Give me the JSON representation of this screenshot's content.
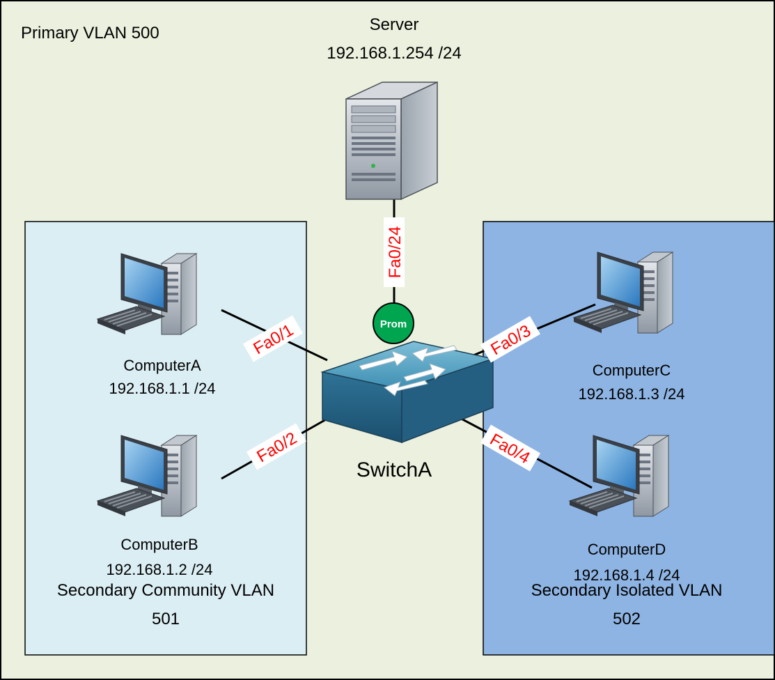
{
  "primary_vlan": {
    "label": "Primary VLAN 500"
  },
  "server": {
    "name": "Server",
    "ip": "192.168.1.254 /24"
  },
  "switch": {
    "name": "SwitchA",
    "badge": "Prom"
  },
  "community_vlan": {
    "line1": "Secondary Community VLAN",
    "line2": "501"
  },
  "isolated_vlan": {
    "line1": "Secondary Isolated VLAN",
    "line2": "502"
  },
  "computers": {
    "a": {
      "name": "ComputerA",
      "ip": "192.168.1.1 /24"
    },
    "b": {
      "name": "ComputerB",
      "ip": "192.168.1.2 /24"
    },
    "c": {
      "name": "ComputerC",
      "ip": "192.168.1.3 /24"
    },
    "d": {
      "name": "ComputerD",
      "ip": "192.168.1.4 /24"
    }
  },
  "ports": {
    "fa024": "Fa0/24",
    "fa01": "Fa0/1",
    "fa02": "Fa0/2",
    "fa03": "Fa0/3",
    "fa04": "Fa0/4"
  },
  "colors": {
    "primary_bg": "#ebf1de",
    "community_bg": "#dbeef4",
    "isolated_bg": "#8eb4e3",
    "port_text": "#ff0000",
    "prom_badge": "#00a550"
  },
  "icons": {
    "server": "tower-server-icon",
    "computer": "desktop-computer-icon",
    "switch": "layer2-switch-icon"
  }
}
